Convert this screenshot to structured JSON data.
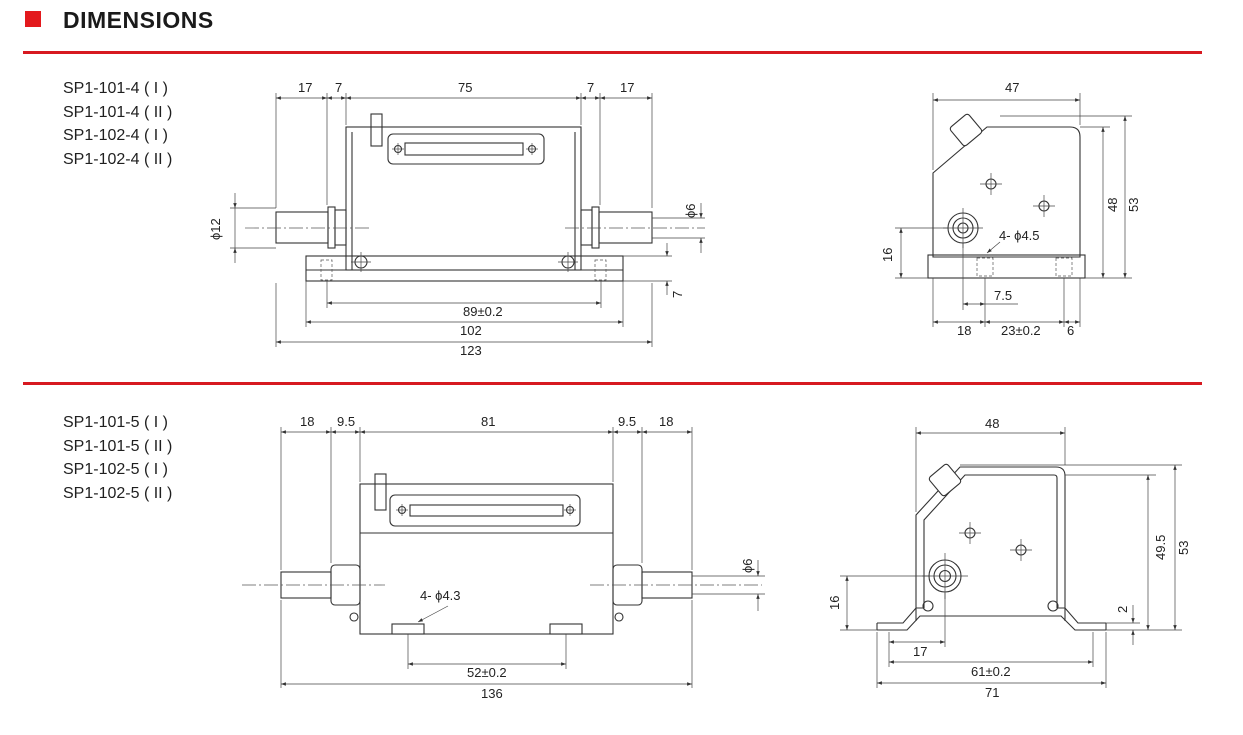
{
  "header": {
    "title": "DIMENSIONS",
    "accent_color": "#d71920"
  },
  "section1": {
    "models": [
      "SP1-101-4 ( I )",
      "SP1-101-4 ( II )",
      "SP1-102-4 ( I )",
      "SP1-102-4 ( II )"
    ],
    "front": {
      "d17a": "17",
      "d7a": "7",
      "d75": "75",
      "d7b": "7",
      "d17b": "17",
      "phi12": "ϕ12",
      "phi6": "ϕ6",
      "d7v": "7",
      "d89": "89±0.2",
      "d102": "102",
      "d123": "123"
    },
    "side": {
      "d47": "47",
      "d48": "48",
      "d53": "53",
      "d16": "16",
      "hole": "4- ϕ4.5",
      "d7_5": "7.5",
      "d18": "18",
      "d23": "23±0.2",
      "d6": "6"
    }
  },
  "section2": {
    "models": [
      "SP1-101-5 ( I )",
      "SP1-101-5 ( II )",
      "SP1-102-5 ( I )",
      "SP1-102-5 ( II )"
    ],
    "front": {
      "d18a": "18",
      "d9_5a": "9.5",
      "d81": "81",
      "d9_5b": "9.5",
      "d18b": "18",
      "phi6": "ϕ6",
      "hole": "4- ϕ4.3",
      "d52": "52±0.2",
      "d136": "136"
    },
    "side": {
      "d48": "48",
      "d49_5": "49.5",
      "d53": "53",
      "d16": "16",
      "d2": "2",
      "d17": "17",
      "d61": "61±0.2",
      "d71": "71"
    }
  }
}
